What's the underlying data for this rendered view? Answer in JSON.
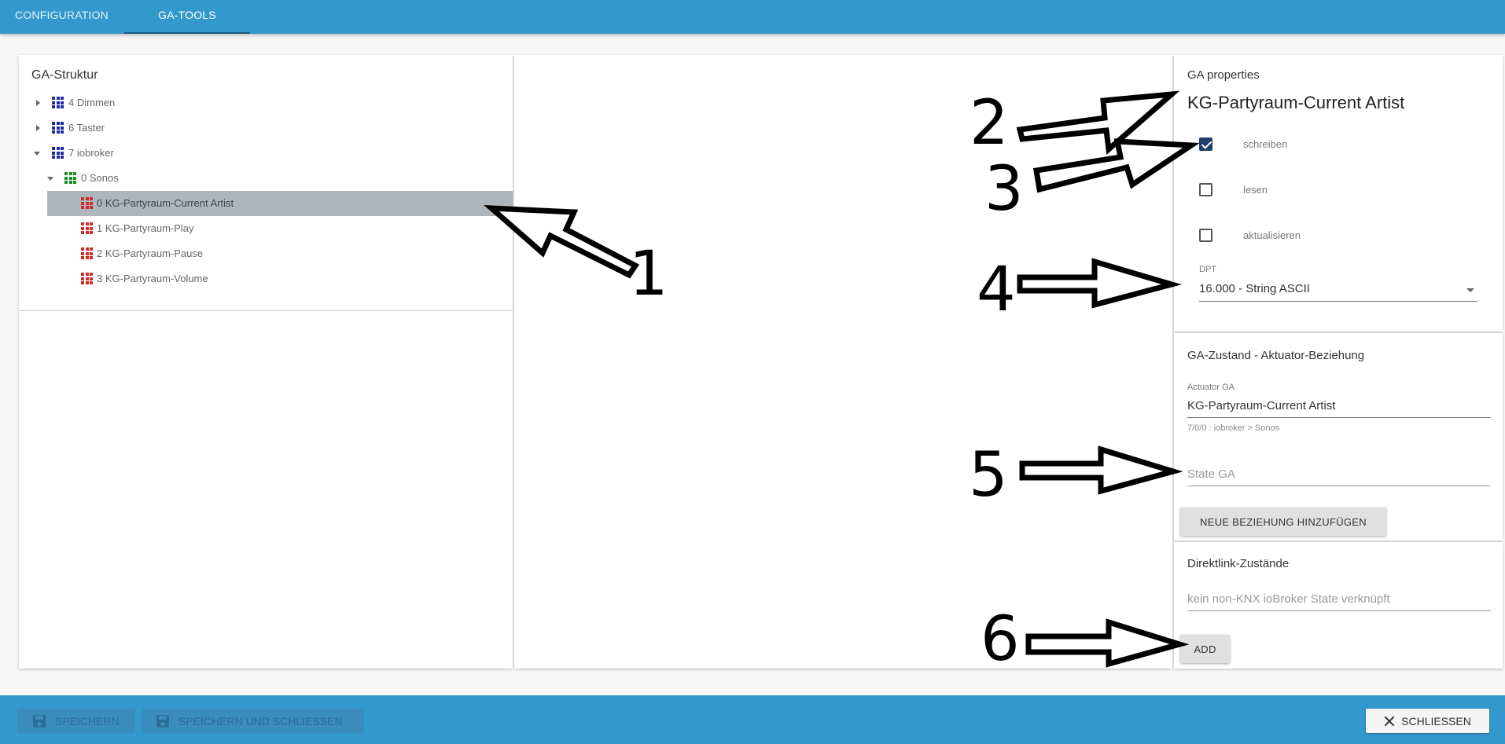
{
  "tabs": [
    {
      "label": "CONFIGURATION"
    },
    {
      "label": "GA-TOOLS"
    }
  ],
  "tree": {
    "title": "GA-Struktur",
    "items": [
      {
        "label": "4 Dimmen",
        "color": "blue"
      },
      {
        "label": "6 Taster",
        "color": "blue"
      },
      {
        "label": "7 iobroker",
        "color": "blue"
      },
      {
        "label": "0 Sonos",
        "color": "green"
      },
      {
        "label": "0 KG-Partyraum-Current Artist",
        "color": "red"
      },
      {
        "label": "1 KG-Partyraum-Play",
        "color": "red"
      },
      {
        "label": "2 KG-Partyraum-Pause",
        "color": "red"
      },
      {
        "label": "3 KG-Partyraum-Volume",
        "color": "red"
      }
    ]
  },
  "properties": {
    "title": "GA properties",
    "name": "KG-Partyraum-Current Artist",
    "checkboxes": [
      {
        "label": "schreiben",
        "checked": true
      },
      {
        "label": "lesen",
        "checked": false
      },
      {
        "label": "aktualisieren",
        "checked": false
      }
    ],
    "dpt_label": "DPT",
    "dpt_value": "16.000 - String ASCII"
  },
  "state": {
    "title": "GA-Zustand - Aktuator-Beziehung",
    "actuator_label": "Actuator GA",
    "actuator_value": "KG-Partyraum-Current Artist",
    "actuator_helper": "7/0/0 : iobroker > Sonos",
    "state_placeholder": "State GA",
    "add_relation_button": "NEUE BEZIEHUNG HINZUFÜGEN"
  },
  "direct": {
    "title": "Direktlink-Zustände",
    "placeholder": "kein non-KNX ioBroker State verknüpft",
    "add_button": "ADD"
  },
  "footer": {
    "save": "SPEICHERN",
    "save_close": "SPEICHERN UND SCHLIESSEN",
    "close": "SCHLIESSEN"
  },
  "annotations": [
    "1",
    "2",
    "3",
    "4",
    "5",
    "6"
  ],
  "colors": {
    "header": "#3399cc",
    "selected_row": "#adb6bd",
    "checkbox_checked": "#1e3f6e"
  }
}
